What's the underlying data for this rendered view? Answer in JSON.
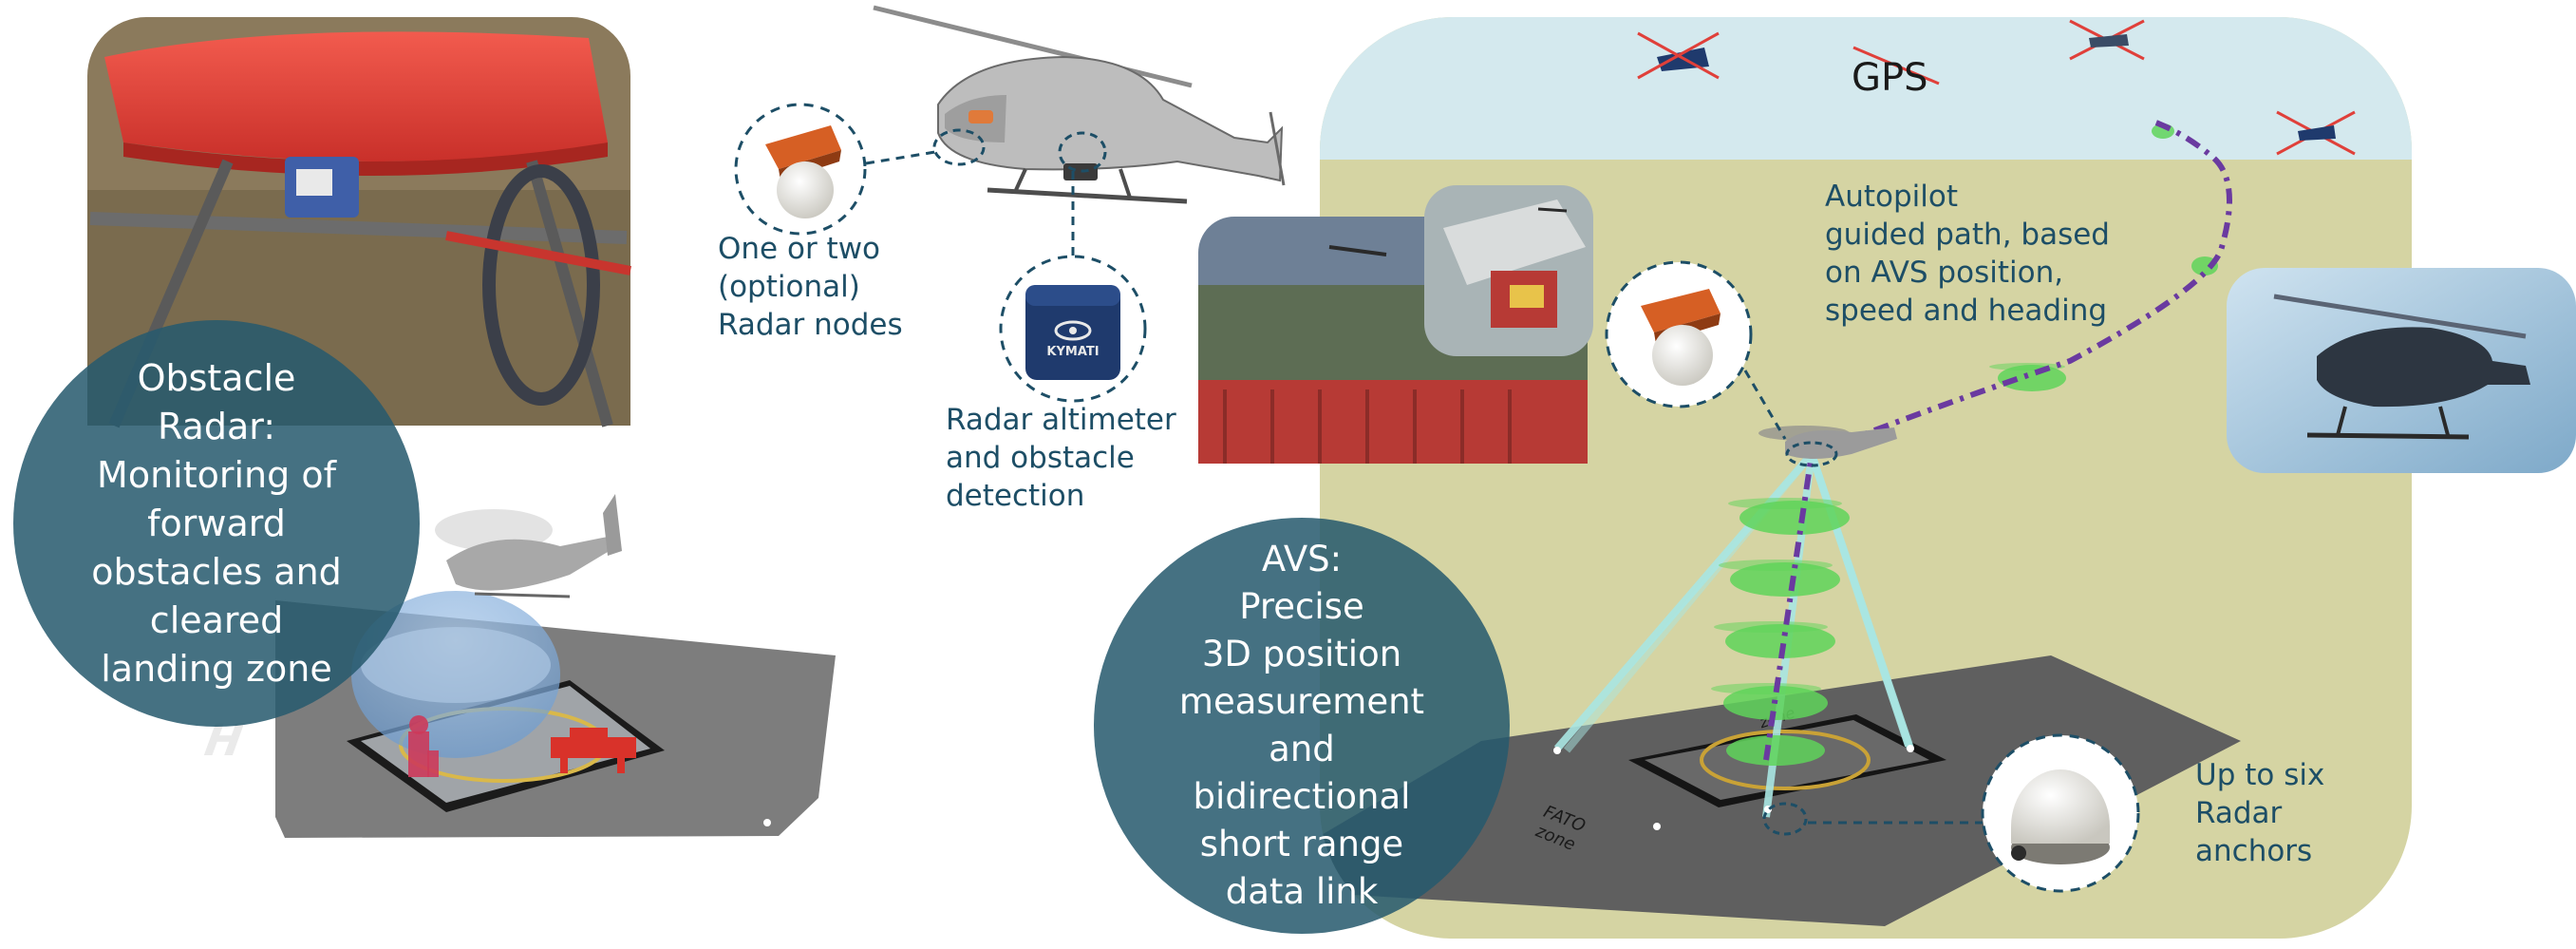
{
  "labels": {
    "gps": "GPS",
    "radar_nodes": "One or two\n(optional)\nRadar nodes",
    "altimeter": "Radar altimeter\nand obstacle\ndetection",
    "autopilot": "Autopilot\nguided path, based\non AVS position,\nspeed and heading",
    "anchors": "Up to six\nRadar\nanchors",
    "fato": "FATO\nzone",
    "zone": "zone",
    "sensor_brand": "KYMATI"
  },
  "bubbles": {
    "obstacle": "Obstacle\nRadar:\nMonitoring of\nforward\nobstacles and\ncleared\nlanding zone",
    "avs": "AVS:\nPrecise\n3D position\nmeasurement\nand\nbidirectional\nshort range\ndata link"
  },
  "colors": {
    "sky": "#d4e9ee",
    "ground": "#d5d4a3",
    "bubble": "#275a6e",
    "label": "#1d4e66",
    "path": "#6a3aa0",
    "ghost_heli": "#5fd45a",
    "beam": "#a9e6e2",
    "pad": "#5f5f5f",
    "gps_cross": "#e0403a",
    "heli_body": "#c9c9c9"
  },
  "icons": [
    "helicopter-icon",
    "radar-node-icon",
    "radar-altimeter-icon",
    "radar-anchor-icon",
    "gps-satellite-icon",
    "helipad-icon",
    "ghost-helicopter-icon"
  ]
}
